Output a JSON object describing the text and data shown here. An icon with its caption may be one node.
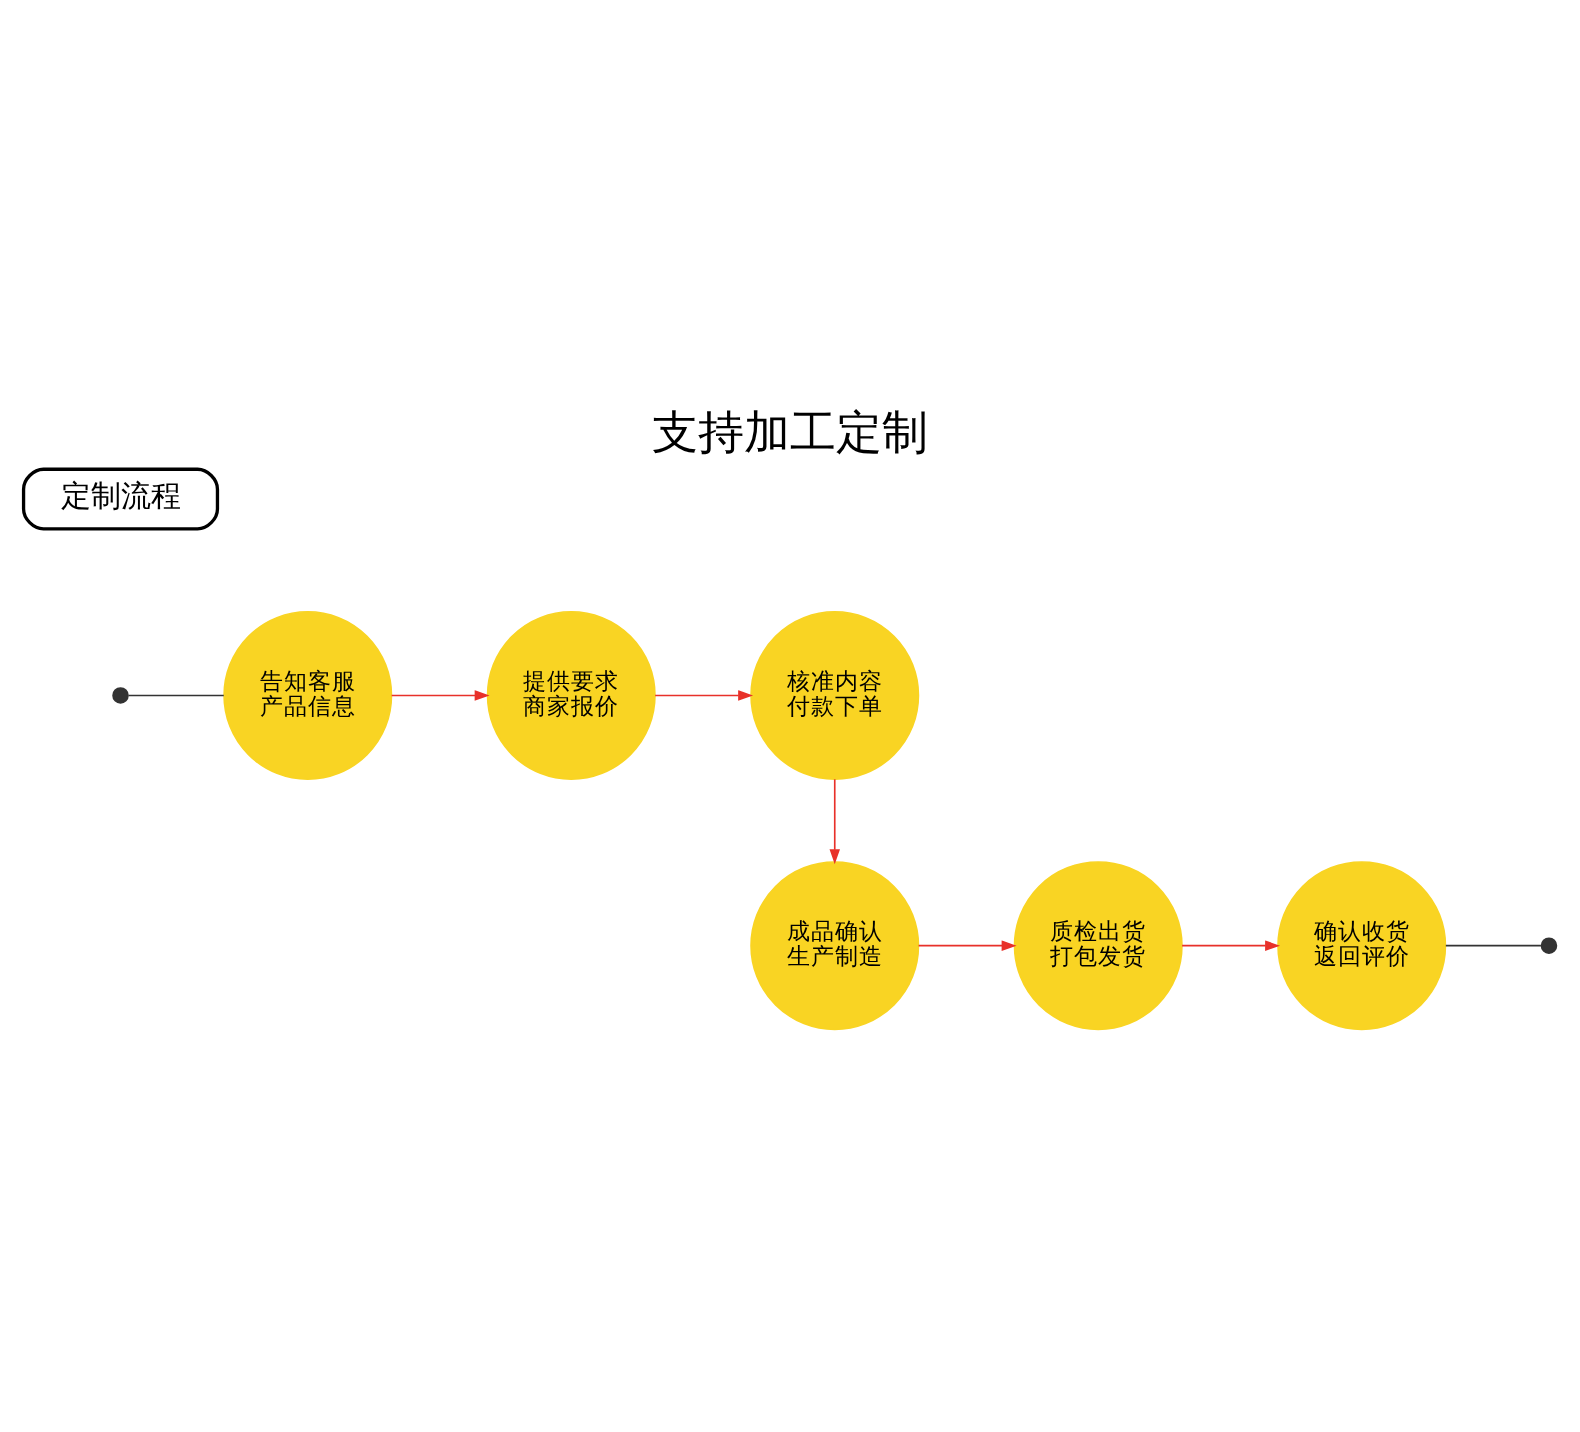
{
  "diagram": {
    "title": "支持加工定制",
    "nodes": [
      {
        "text": [
          "定制流程"
        ]
      },
      {
        "text": [],
        "shape": "circle"
      },
      {
        "text": [
          "告知客服产品信息"
        ]
      },
      {
        "text": [
          "提供要求商家报价"
        ]
      },
      {
        "text": [
          "核准内容付款下单"
        ]
      },
      {
        "text": [
          "成品确认生产制造"
        ]
      },
      {
        "text": [
          "质检出货打包发货"
        ]
      },
      {
        "text": [
          "确认收货返回评价"
        ]
      },
      {
        "text": [],
        "shape": "circle"
      }
    ],
    "edges": [
      {
        "from": 1,
        "to": 2,
        "arrow": "none",
        "color": "#333333"
      },
      {
        "from": 2,
        "to": 3,
        "arrow": "to",
        "color": "#e8312a"
      },
      {
        "from": 3,
        "to": 4,
        "arrow": "to",
        "color": "#e8312a"
      },
      {
        "from": 4,
        "to": 5,
        "arrow": "to",
        "color": "#e8312a"
      },
      {
        "from": 5,
        "to": 6,
        "arrow": "to",
        "color": "#e8312a"
      },
      {
        "from": 6,
        "to": 7,
        "arrow": "to",
        "color": "#e8312a"
      },
      {
        "from": 7,
        "to": 8,
        "arrow": "none",
        "color": "#333333"
      }
    ]
  }
}
